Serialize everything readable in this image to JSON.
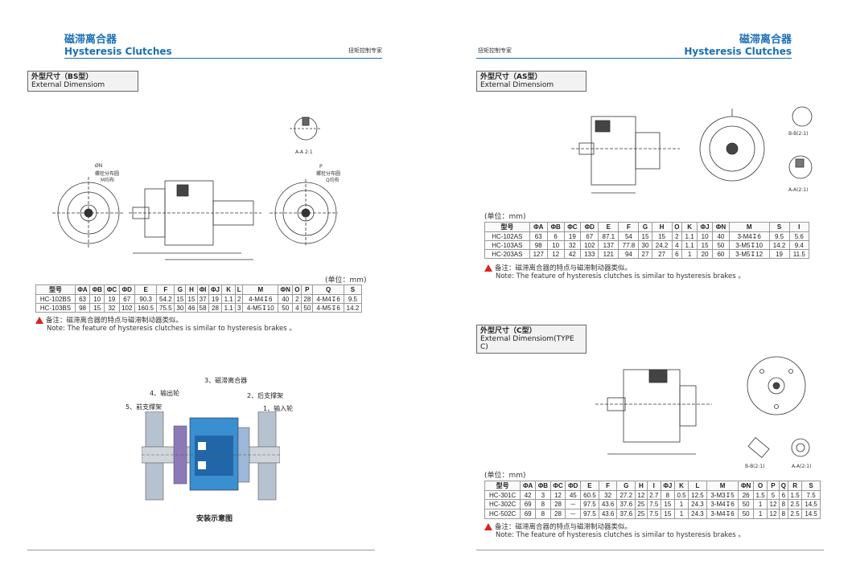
{
  "left": {
    "title_cn": "磁滞离合器",
    "title_en": "Hysteresis Clutches",
    "tagline": "扭矩控制专家",
    "section_bs": {
      "cn": "外型尺寸（BS型）",
      "en": "External Dimensiom"
    },
    "unit": "(单位：mm)",
    "bs_table": {
      "headers": [
        "型号",
        "ΦA",
        "ΦB",
        "ΦC",
        "ΦD",
        "E",
        "F",
        "G",
        "H",
        "ΦI",
        "ΦJ",
        "K",
        "L",
        "M",
        "ΦN",
        "O",
        "P",
        "Q",
        "S"
      ],
      "rows": [
        [
          "HC-102BS",
          "63",
          "10",
          "19",
          "67",
          "90.3",
          "54.2",
          "15",
          "15",
          "37",
          "19",
          "1.1",
          "2",
          "4-M4↧6",
          "40",
          "2",
          "28",
          "4-M4↧6",
          "9.5"
        ],
        [
          "HC-103BS",
          "98",
          "15",
          "32",
          "102",
          "160.5",
          "75.5",
          "30",
          "46",
          "58",
          "28",
          "1.1",
          "3",
          "4-M5↧10",
          "50",
          "4",
          "50",
          "4-M5↧6",
          "14.2"
        ]
      ]
    },
    "note_cn": "备注：磁滞离合器的特点与磁滞制动器类似。",
    "note_en": "Note: The feature of hysteresis clutches is similar to hysteresis brakes 。",
    "drawing_labels": {
      "section_aa": "A-A 2:1",
      "phi_n": "ØN",
      "bolt_circle_1": "螺栓分布圆",
      "m_even": "M均布",
      "p": "P",
      "bolt_circle_2": "螺栓分布圆",
      "q_even": "Q均布"
    },
    "install": {
      "caption": "安装示意图",
      "label_3": "3、磁滞离合器",
      "label_4": "4、输出轮",
      "label_2": "2、后支撑架",
      "label_5": "5、前支撑架",
      "label_1": "1、输入轮"
    }
  },
  "right": {
    "title_cn": "磁滞离合器",
    "title_en": "Hysteresis Clutches",
    "tagline": "扭矩控制专家",
    "section_as": {
      "cn": "外型尺寸（AS型）",
      "en": "External Dimensiom"
    },
    "unit_as": "(单位：mm)",
    "as_table": {
      "headers": [
        "型号",
        "ΦA",
        "ΦB",
        "ΦC",
        "ΦD",
        "E",
        "F",
        "G",
        "H",
        "O",
        "K",
        "ΦJ",
        "ΦN",
        "M",
        "S",
        "I"
      ],
      "rows": [
        [
          "HC-102AS",
          "63",
          "6",
          "19",
          "67",
          "87.1",
          "54",
          "15",
          "15",
          "2",
          "1.1",
          "10",
          "40",
          "3-M4↧6",
          "9.5",
          "5.6"
        ],
        [
          "HC-103AS",
          "98",
          "10",
          "32",
          "102",
          "137",
          "77.8",
          "30",
          "24.2",
          "4",
          "1.1",
          "15",
          "50",
          "3-M5↧10",
          "14.2",
          "9.4"
        ],
        [
          "HC-203AS",
          "127",
          "12",
          "42",
          "133",
          "121",
          "94",
          "27",
          "27",
          "6",
          "1",
          "20",
          "60",
          "3-M5↧12",
          "19",
          "11.5"
        ]
      ]
    },
    "note_as_cn": "备注：磁滞离合器的特点与磁滞制动器类似。",
    "note_as_en": "Note: The feature of hysteresis clutches is similar to hysteresis brakes 。",
    "section_c": {
      "cn": "外型尺寸（C型）",
      "en": "External Dimensiom(TYPE C)"
    },
    "unit_c": "(单位：mm)",
    "c_table": {
      "headers": [
        "型号",
        "ΦA",
        "ΦB",
        "ΦC",
        "ΦD",
        "E",
        "F",
        "G",
        "H",
        "I",
        "ΦJ",
        "K",
        "L",
        "M",
        "ΦN",
        "O",
        "P",
        "Q",
        "R",
        "S"
      ],
      "rows": [
        [
          "HC-301C",
          "42",
          "3",
          "12",
          "45",
          "60.5",
          "32",
          "27.2",
          "12",
          "2.7",
          "8",
          "0.5",
          "12.5",
          "3-M3↧5",
          "26",
          "1.5",
          "5",
          "6",
          "1.5",
          "7.5"
        ],
        [
          "HC-302C",
          "69",
          "8",
          "28",
          "－",
          "97.5",
          "43.6",
          "37.6",
          "25",
          "7.5",
          "15",
          "1",
          "24.3",
          "3-M4↧6",
          "50",
          "1",
          "12",
          "8",
          "2.5",
          "14.5"
        ],
        [
          "HC-502C",
          "69",
          "8",
          "28",
          "－",
          "97.5",
          "43.6",
          "37.6",
          "25",
          "7.5",
          "15",
          "1",
          "24.3",
          "3-M4↧6",
          "50",
          "1",
          "12",
          "8",
          "2.5",
          "14.5"
        ]
      ]
    },
    "note_c_cn": "备注：磁滞离合器的特点与磁滞制动器类似。",
    "note_c_en": "Note: The feature of hysteresis clutches is similar to hysteresis brakes 。",
    "drawing_labels": {
      "ab": "B-B(2:1)",
      "aa": "A-A(2:1)",
      "bb_c": "B-B(2:1)",
      "aa_c": "A-A(2:1)"
    }
  }
}
